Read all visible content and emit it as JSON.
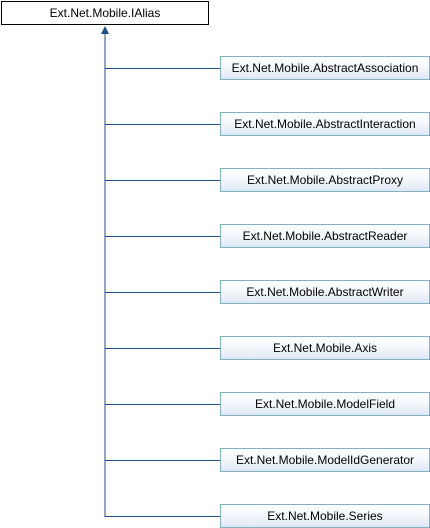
{
  "root": {
    "label": "Ext.Net.Mobile.IAlias"
  },
  "children": [
    {
      "label": "Ext.Net.Mobile.AbstractAssociation"
    },
    {
      "label": "Ext.Net.Mobile.AbstractInteraction"
    },
    {
      "label": "Ext.Net.Mobile.AbstractProxy"
    },
    {
      "label": "Ext.Net.Mobile.AbstractReader"
    },
    {
      "label": "Ext.Net.Mobile.AbstractWriter"
    },
    {
      "label": "Ext.Net.Mobile.Axis"
    },
    {
      "label": "Ext.Net.Mobile.ModelField"
    },
    {
      "label": "Ext.Net.Mobile.ModelIdGenerator"
    },
    {
      "label": "Ext.Net.Mobile.Series"
    }
  ],
  "colors": {
    "arrow": "#1c4f8e",
    "child_border": "#84b0c7",
    "root_border": "#000000"
  }
}
